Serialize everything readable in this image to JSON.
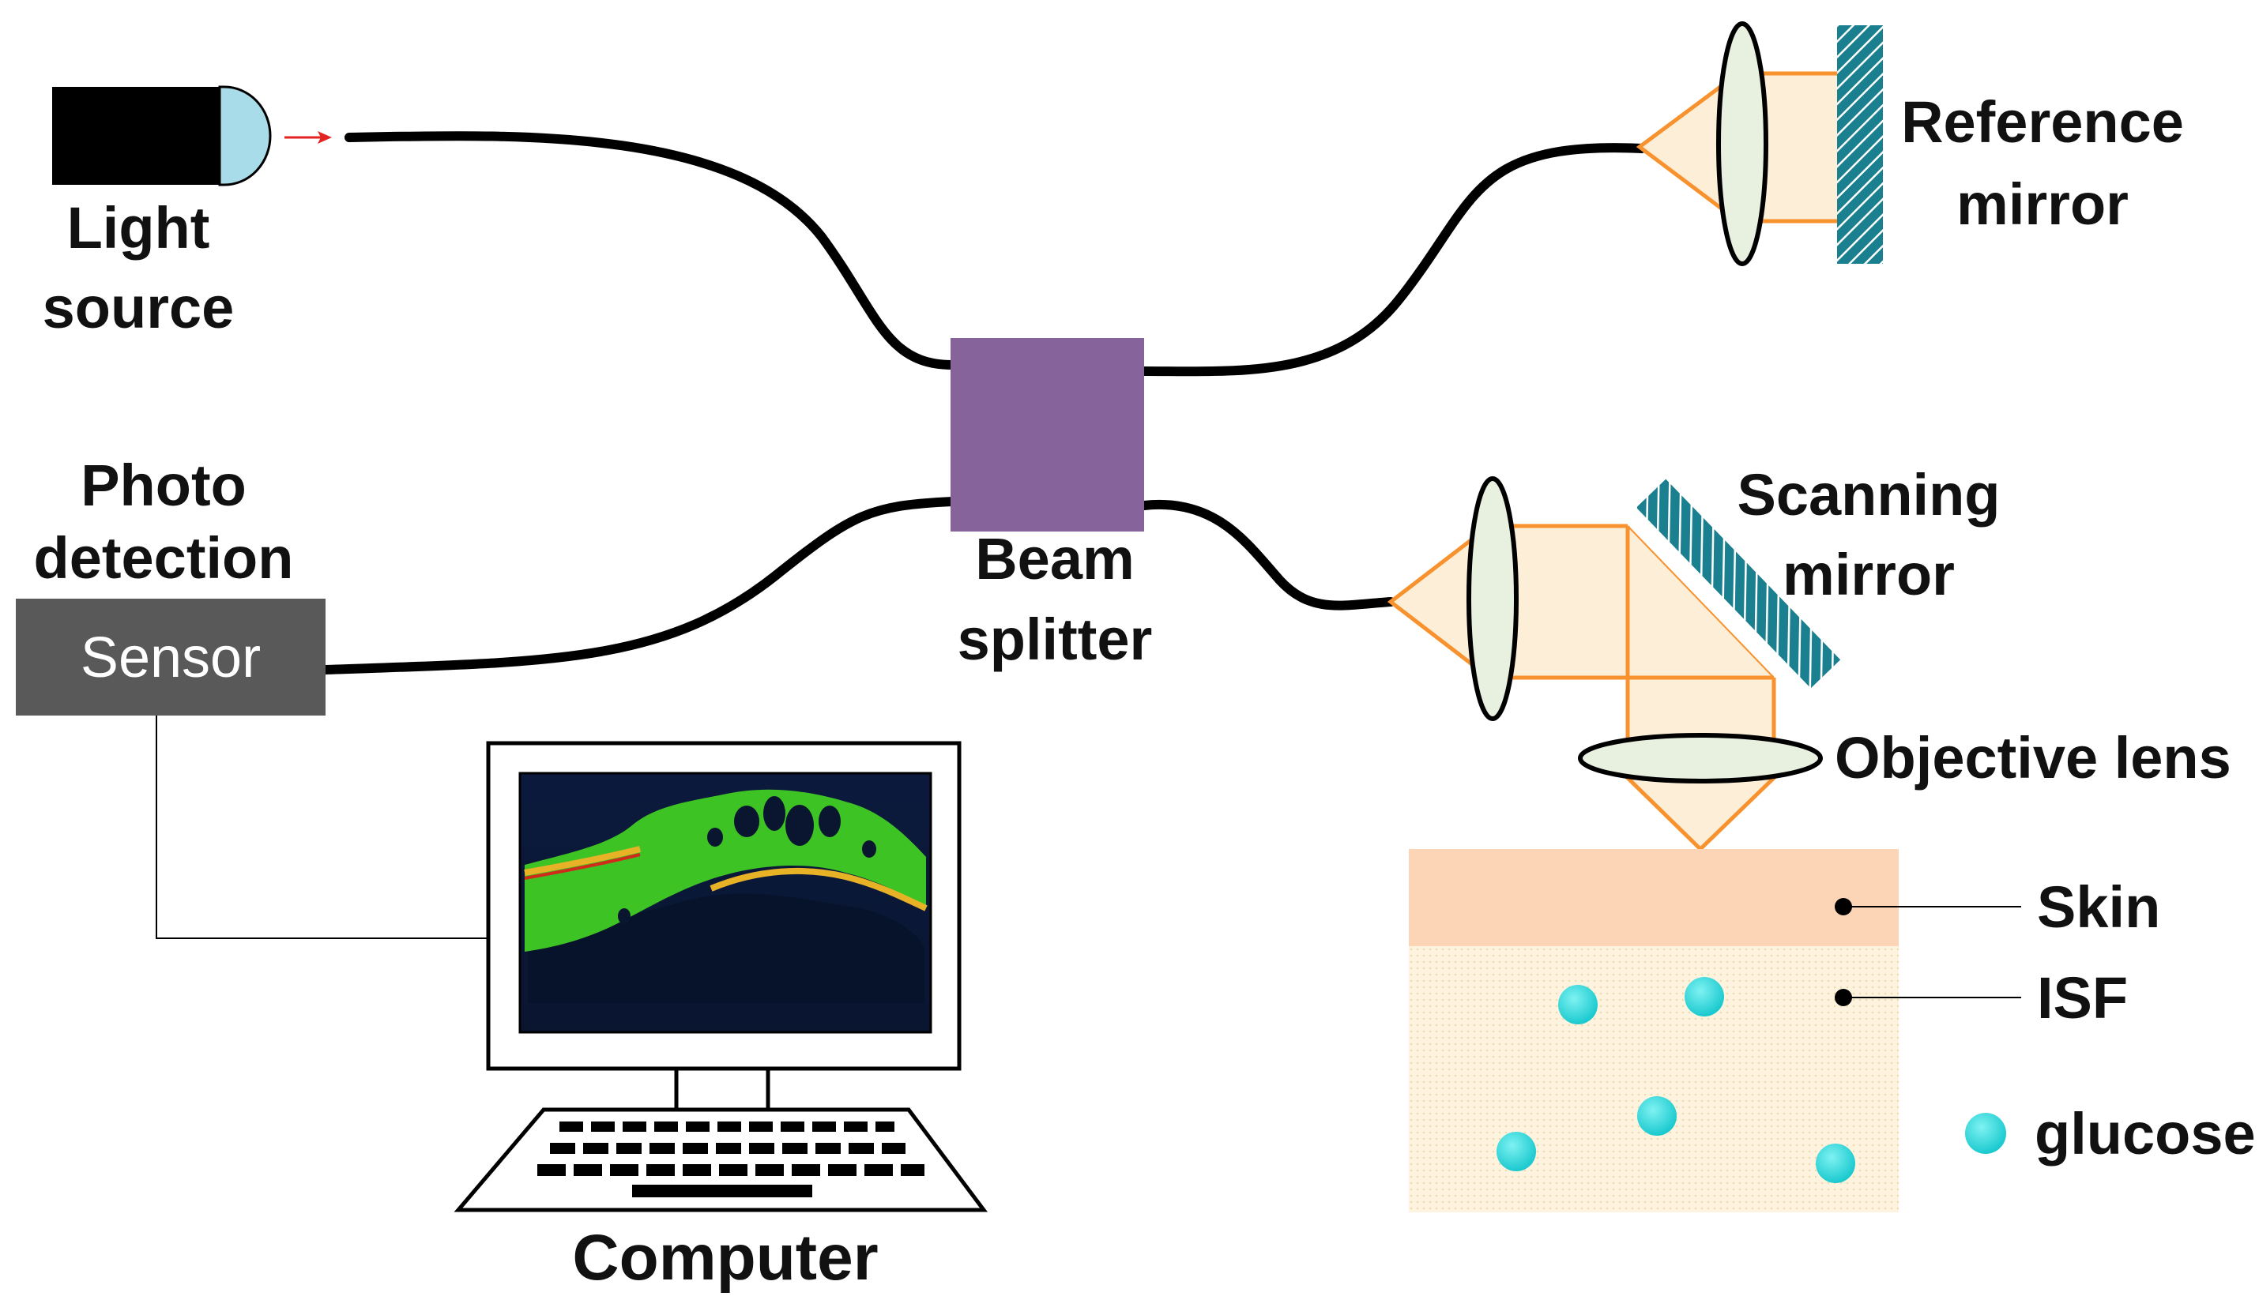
{
  "labels": {
    "light_source_line1": "Light",
    "light_source_line2": "source",
    "photo_detection_line1": "Photo",
    "photo_detection_line2": "detection",
    "sensor": "Sensor",
    "beam_splitter_line1": "Beam",
    "beam_splitter_line2": "splitter",
    "reference_mirror_line1": "Reference",
    "reference_mirror_line2": "mirror",
    "scanning_mirror_line1": "Scanning",
    "scanning_mirror_line2": "mirror",
    "objective_lens": "Objective lens",
    "skin": "Skin",
    "isf": "ISF",
    "glucose": "glucose",
    "computer": "Computer"
  },
  "colors": {
    "beam_splitter": "#86649b",
    "sensor_box": "#595959",
    "light_source_body": "#000000",
    "light_source_tip": "#a8dce8",
    "mirror_hatch": "#1a7f8e",
    "beam": "#f7922e",
    "skin_layer": "#fbd5b5",
    "isf_layer": "#fcf1d9",
    "glucose": "#1fd1d6",
    "oct_scan_tissue": "#3ec324"
  },
  "icons": {
    "light_source": "light-source-icon",
    "computer": "computer-monitor-icon",
    "keyboard": "keyboard-icon",
    "arrow": "red-arrow-icon"
  }
}
